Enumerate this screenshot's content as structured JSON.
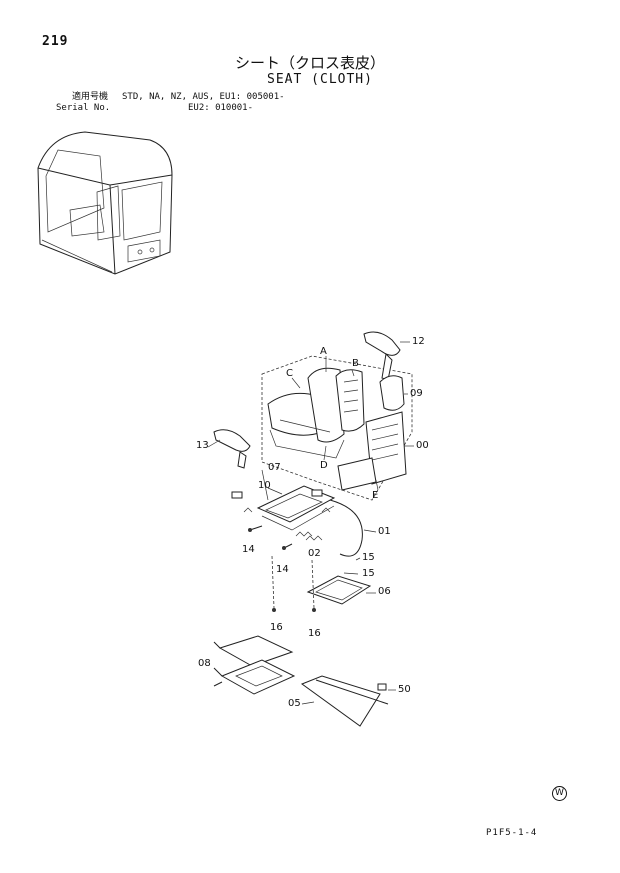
{
  "page_number": "219",
  "title_jp": "シート（クロス表皮）",
  "title_en": "SEAT (CLOTH)",
  "applicability": {
    "label_jp": "適用号機",
    "label_en": "Serial No.",
    "models": "STD, NA, NZ, AUS, EU1: 005001-",
    "eu2": "EU2: 010001-"
  },
  "callouts": [
    "A",
    "B",
    "C",
    "D",
    "E",
    "12",
    "09",
    "13",
    "00",
    "07",
    "10",
    "01",
    "14",
    "14",
    "02",
    "15",
    "15",
    "06",
    "16",
    "16",
    "08",
    "50",
    "05"
  ],
  "footer_code": "P1F5-1-4",
  "watermark": "W"
}
